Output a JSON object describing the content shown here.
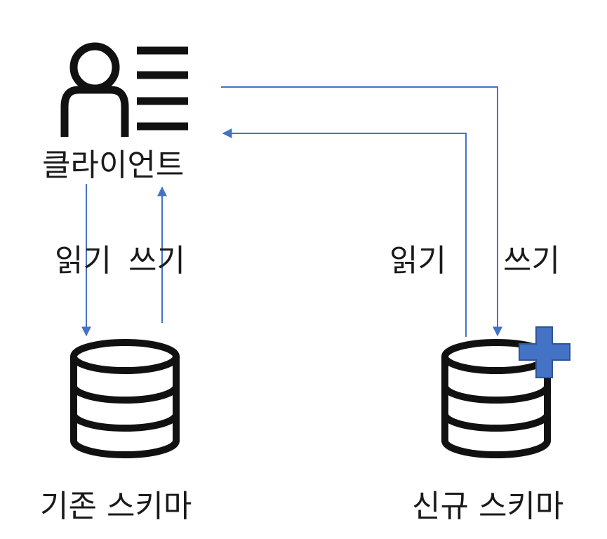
{
  "diagram": {
    "client": {
      "label": "클라이언트"
    },
    "old_schema": {
      "label": "기존 스키마"
    },
    "new_schema": {
      "label": "신규 스키마"
    },
    "edges": {
      "old_read": "읽기",
      "old_write": "쓰기",
      "new_read": "읽기",
      "new_write": "쓰기"
    },
    "colors": {
      "arrow": "#4472C4",
      "icon": "#111111",
      "plus": "#4472C4"
    }
  }
}
